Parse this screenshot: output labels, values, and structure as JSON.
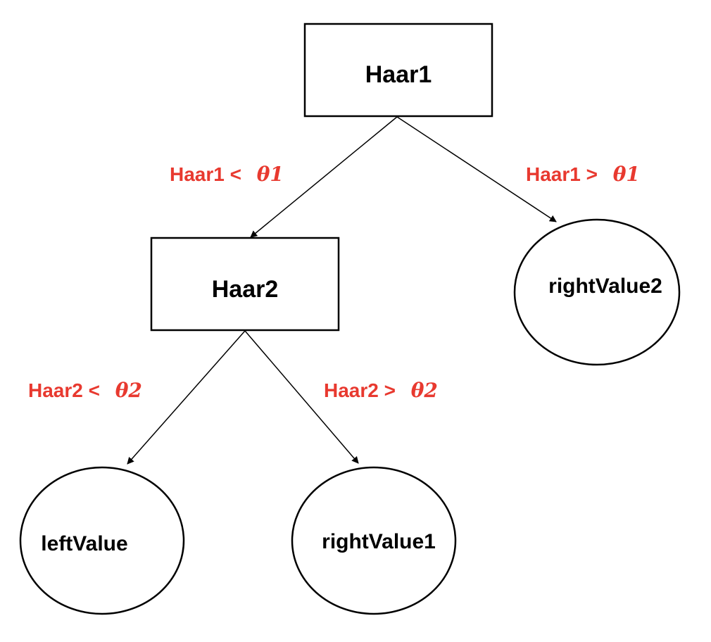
{
  "colors": {
    "edge_label": "#e8392f",
    "stroke": "#000000",
    "node_fill": "#ffffff"
  },
  "nodes": {
    "haar1": {
      "label": "Haar1"
    },
    "haar2": {
      "label": "Haar2"
    },
    "right_value2": {
      "label": "rightValue2"
    },
    "left_value": {
      "label": "leftValue"
    },
    "right_value1": {
      "label": "rightValue1"
    }
  },
  "edges": {
    "haar1_left": {
      "prefix": "Haar1 < ",
      "symbol": "θ1"
    },
    "haar1_right": {
      "prefix": "Haar1 > ",
      "symbol": "θ1"
    },
    "haar2_left": {
      "prefix": "Haar2 < ",
      "symbol": "θ2"
    },
    "haar2_right": {
      "prefix": "Haar2 > ",
      "symbol": "θ2"
    }
  }
}
